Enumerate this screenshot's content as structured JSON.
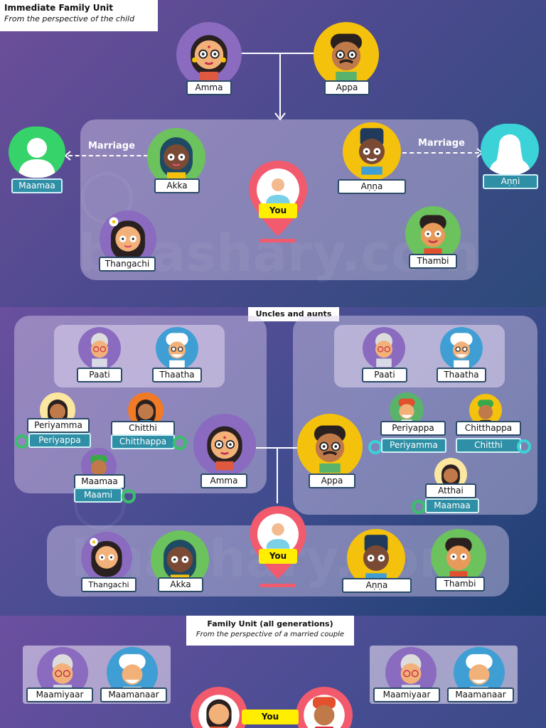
{
  "section1": {
    "title": "Immediate Family Unit",
    "subtitle": "From the perspective of the child",
    "amma": "Amma",
    "appa": "Appa",
    "marriage_left": "Marriage",
    "marriage_right": "Marriage",
    "maamaa": "Maamaa",
    "akka": "Akka",
    "you": "You",
    "anna": "Aṇṇa",
    "anni": "Aṇṇi",
    "thangachi": "Thangachi",
    "thambi": "Thambi"
  },
  "section2": {
    "title": "Uncles and aunts",
    "left": {
      "paati": "Paati",
      "thaatha": "Thaatha",
      "periyamma": "Periyamma",
      "periyappa_spouse": "Periyappa",
      "chitthi": "Chitthi",
      "chitthappa_spouse": "Chitthappa",
      "maamaa": "Maamaa",
      "maami_spouse": "Maami",
      "amma": "Amma"
    },
    "right": {
      "paati": "Paati",
      "thaatha": "Thaatha",
      "periyappa": "Periyappa",
      "periyamma_spouse": "Periyamma",
      "chitthappa": "Chitthappa",
      "chitthi_spouse": "Chitthi",
      "atthai": "Atthai",
      "maamaa_spouse": "Maamaa",
      "appa": "Appa"
    },
    "siblings": {
      "thangachi": "Thangachi",
      "akka": "Akka",
      "you": "You",
      "anna": "Aṇṇa",
      "thambi": "Thambi"
    }
  },
  "section3": {
    "title": "Family Unit (all generations)",
    "subtitle": "From the perspective of a married couple",
    "left_maamiyaar": "Maamiyaar",
    "left_maamanaar": "Maamanaar",
    "right_maamiyaar": "Maamiyaar",
    "right_maamanaar": "Maamanaar",
    "you": "You"
  },
  "colors": {
    "yellow_label": "#ffee00",
    "teal_label": "#2f8fa6",
    "label_border": "#2a4b66",
    "pin": "#f25a6e"
  }
}
